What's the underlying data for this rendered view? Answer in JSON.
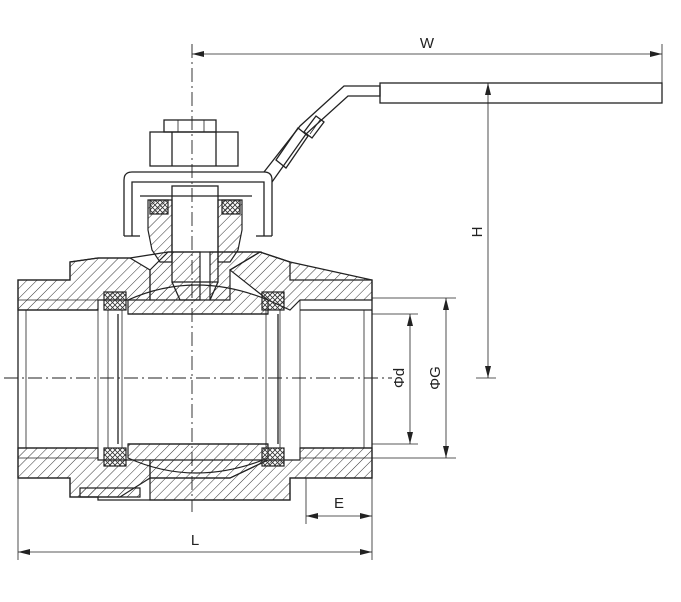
{
  "dimensions": {
    "width": "W",
    "height": "H",
    "length": "L",
    "thread_length": "E",
    "bore_diameter": "Φd",
    "thread_diameter": "ΦG"
  },
  "colors": {
    "line": "#222222",
    "background": "#ffffff"
  }
}
